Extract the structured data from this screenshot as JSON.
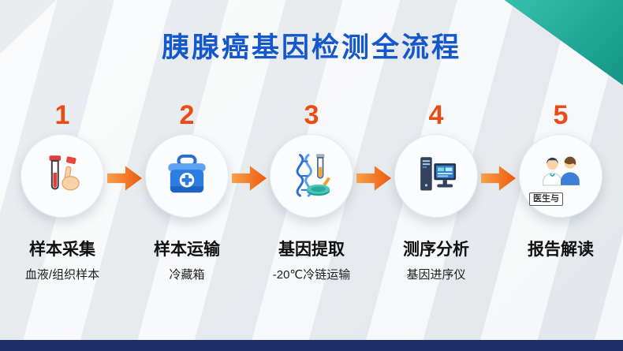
{
  "title": "胰腺癌基因检测全流程",
  "steps": [
    {
      "number": "1",
      "label": "样本采集",
      "sublabel": "血液/组织样本",
      "icon": "blood-sample-icon"
    },
    {
      "number": "2",
      "label": "样本运输",
      "sublabel": "冷藏箱",
      "icon": "cooler-box-icon"
    },
    {
      "number": "3",
      "label": "基因提取",
      "sublabel": "-20℃冷链运输",
      "icon": "dna-extraction-icon"
    },
    {
      "number": "4",
      "label": "测序分析",
      "sublabel": "基因进序仪",
      "icon": "sequencer-computer-icon"
    },
    {
      "number": "5",
      "label": "报告解读",
      "sublabel": "",
      "icon": "doctor-patient-icon",
      "placard": "医生与"
    }
  ],
  "colors": {
    "title_blue": "#1558cc",
    "step_number_orange": "#e94d15",
    "arrow_orange": "#ec5a0d",
    "teal_accent": "#149486",
    "bottom_bar_navy": "#1c2e66"
  }
}
